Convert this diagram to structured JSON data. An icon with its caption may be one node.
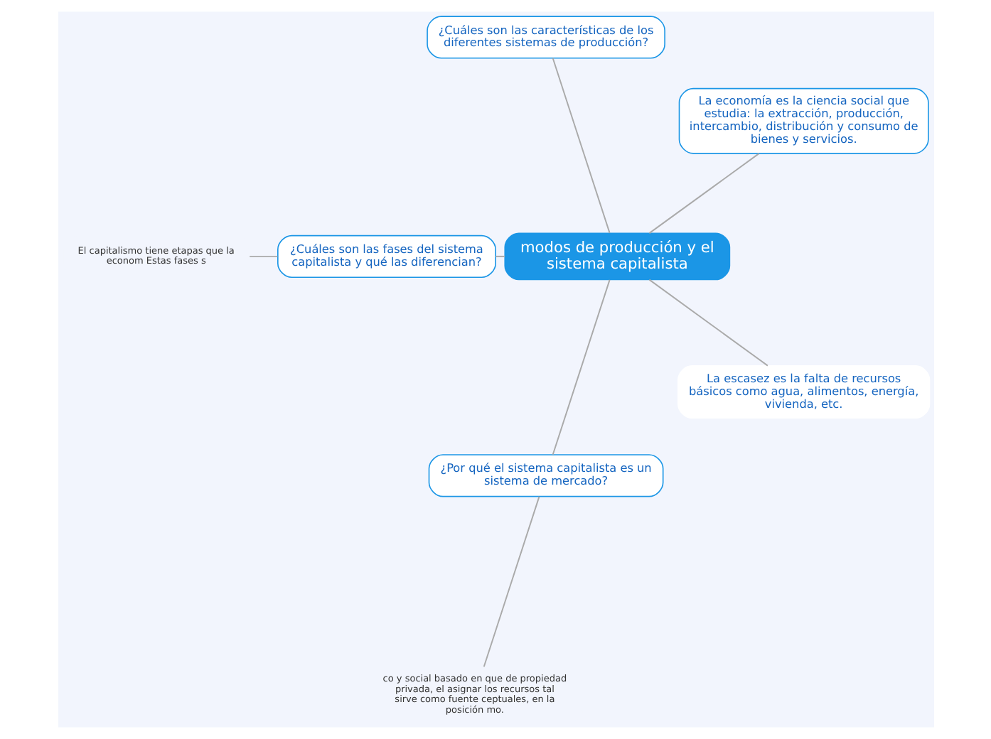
{
  "diagram": {
    "nodes": [
      {
        "text": [
          "modos de producción y el sistema capitalista"
        ]
      },
      {
        "text": [
          "La economía es la ciencia social que estudia: la extracción, producción, intercambio, distribución y consumo de bienes y servicios."
        ]
      },
      {
        "text": [
          "¿Cuáles son las características de los diferentes sistemas de producción?"
        ]
      },
      {
        "text": [
          "¿Cuáles son las fases del sistema capitalista y qué las diferencian?"
        ]
      },
      {
        "text": [
          "¿Por qué el sistema capitalista es un sistema de mercado?"
        ]
      },
      {
        "text": [
          "La escasez es la falta de recursos básicos como agua, alimentos, energía, vivienda, etc."
        ]
      },
      {
        "text": [
          "co y social basado en que de propiedad privada, el asignar los recursos tal sirve como fuente ceptuales, en la posición mo."
        ]
      },
      {
        "text": [
          "El capitalismo tiene etapas que la econom Estas fases s"
        ]
      }
    ],
    "edges": [
      {
        "from": 0,
        "to": 1,
        "arrow": "none"
      },
      {
        "from": 0,
        "to": 2,
        "arrow": "none"
      },
      {
        "from": 0,
        "to": 3,
        "arrow": "none"
      },
      {
        "from": 0,
        "to": 4,
        "arrow": "none"
      },
      {
        "from": 0,
        "to": 5,
        "arrow": "none"
      },
      {
        "from": 4,
        "to": 6,
        "arrow": "none"
      },
      {
        "from": 3,
        "to": 7,
        "arrow": "none"
      }
    ]
  }
}
